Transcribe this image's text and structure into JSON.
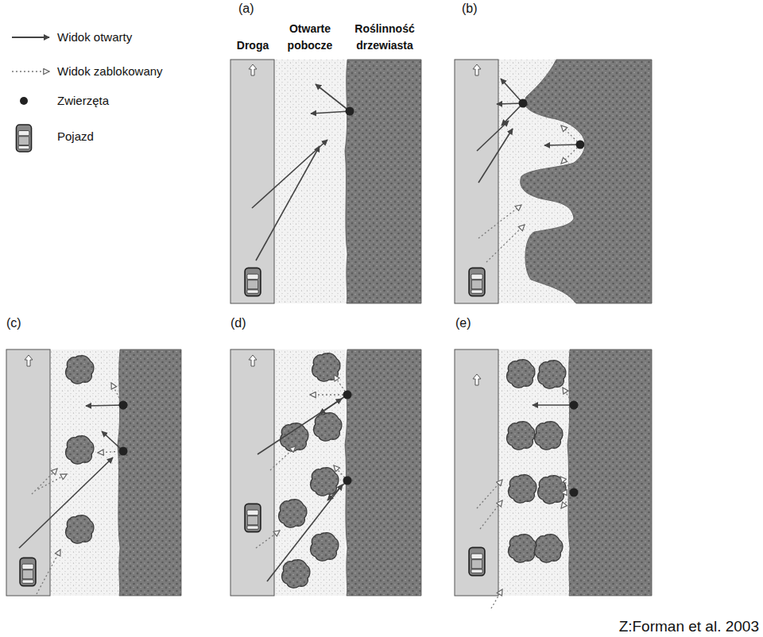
{
  "diagram": {
    "caption": "Z:Forman et al. 2003",
    "labels": [
      "(a)",
      "(b)",
      "(c)",
      "(d)",
      "(e)",
      "Droga",
      "Otwarte pobocze",
      "Roślinność drzewiasta"
    ],
    "legend": [
      {
        "text": "Widok otwarty"
      },
      {
        "text": "Widok zablokowany"
      },
      {
        "text": "Zwierzęta"
      },
      {
        "text": "Pojazd"
      }
    ]
  }
}
